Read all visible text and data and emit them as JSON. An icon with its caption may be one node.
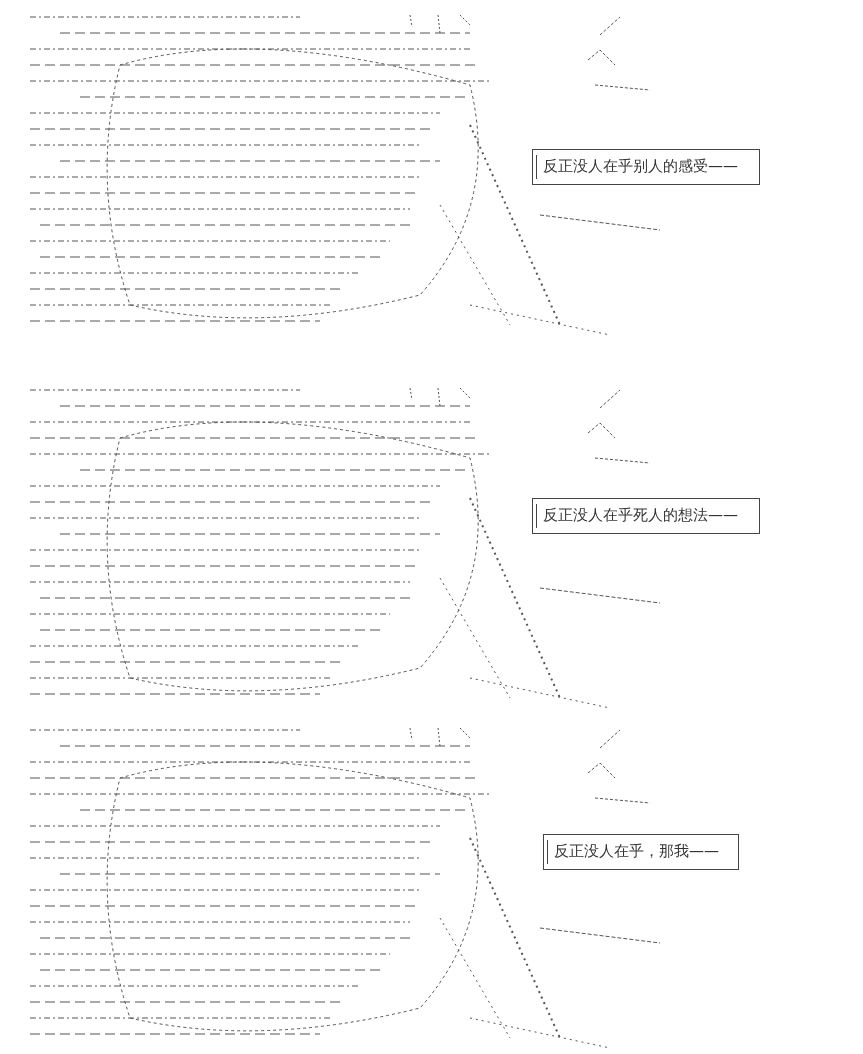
{
  "diagram": {
    "nodes": [
      {
        "text": [
          "反正没人在乎别人的感受——"
        ]
      },
      {
        "text": [
          "反正没人在乎死人的想法——"
        ]
      },
      {
        "text": [
          "反正没人在乎，那我——"
        ]
      }
    ]
  }
}
